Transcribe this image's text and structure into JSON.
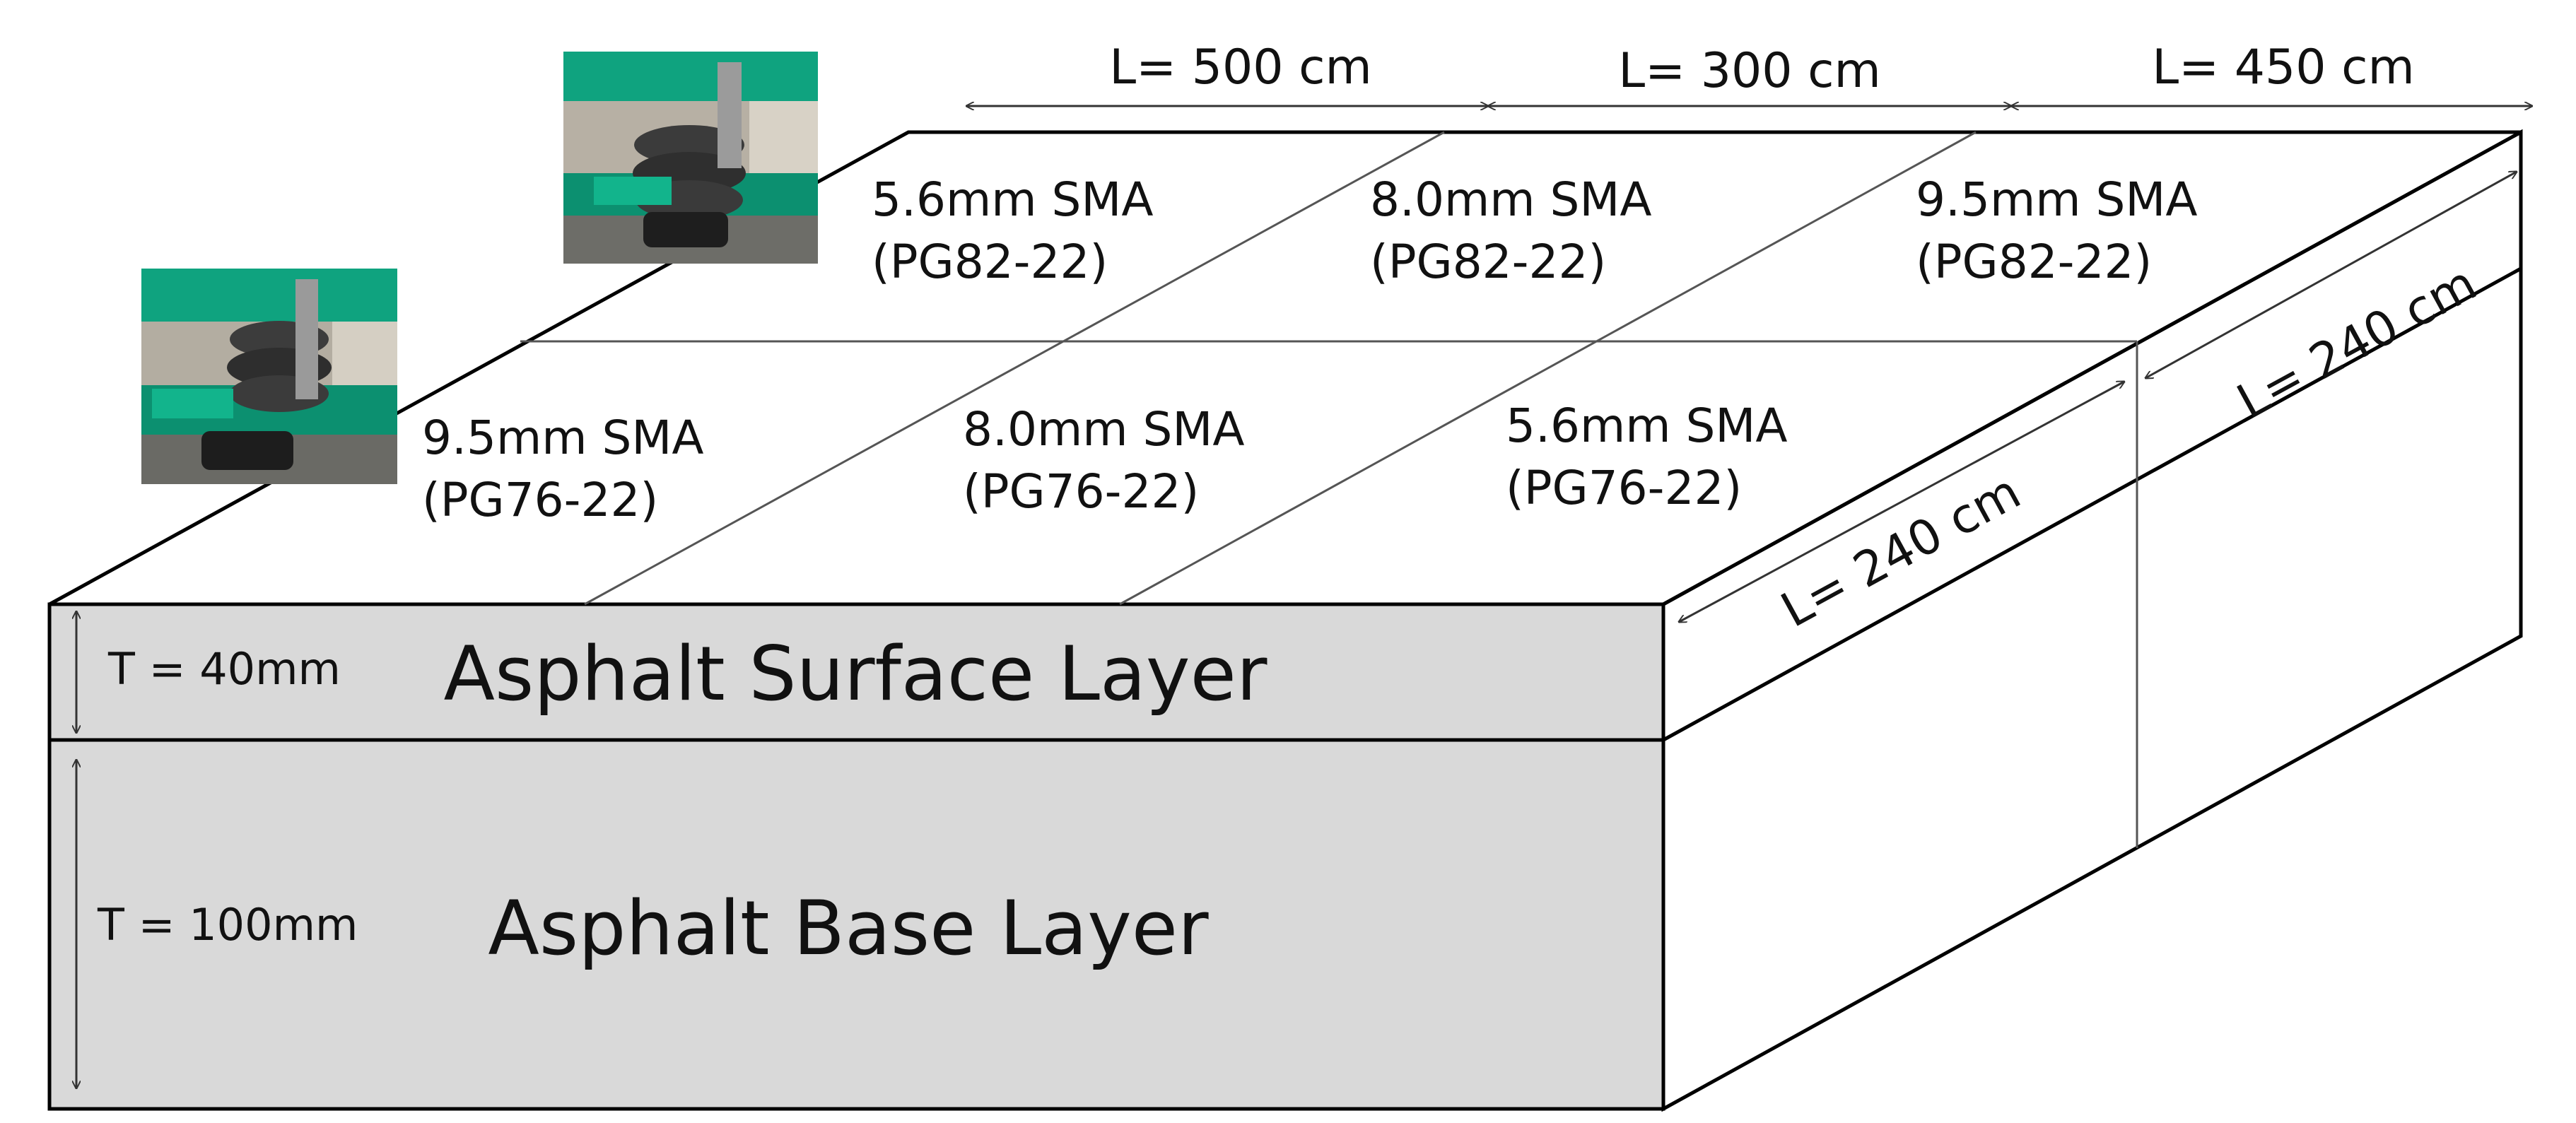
{
  "dimensions": {
    "length_1": "L= 500 cm",
    "length_2": "L= 300 cm",
    "length_3": "L= 450 cm",
    "width_front": "L= 240 cm",
    "width_back": "L= 240 cm"
  },
  "sections": {
    "back": [
      {
        "mix": "5.6mm SMA",
        "binder": "(PG82-22)"
      },
      {
        "mix": "8.0mm SMA",
        "binder": "(PG82-22)"
      },
      {
        "mix": "9.5mm SMA",
        "binder": "(PG82-22)"
      }
    ],
    "front": [
      {
        "mix": "9.5mm SMA",
        "binder": "(PG76-22)"
      },
      {
        "mix": "8.0mm SMA",
        "binder": "(PG76-22)"
      },
      {
        "mix": "5.6mm SMA",
        "binder": "(PG76-22)"
      }
    ]
  },
  "layers": {
    "surface": {
      "name": "Asphalt Surface Layer",
      "thickness": "T = 40mm"
    },
    "base": {
      "name": "Asphalt Base Layer",
      "thickness": "T = 100mm"
    }
  },
  "colors": {
    "layer_fill": "#d9d9d9",
    "equipment_green": "#0fa37f"
  }
}
